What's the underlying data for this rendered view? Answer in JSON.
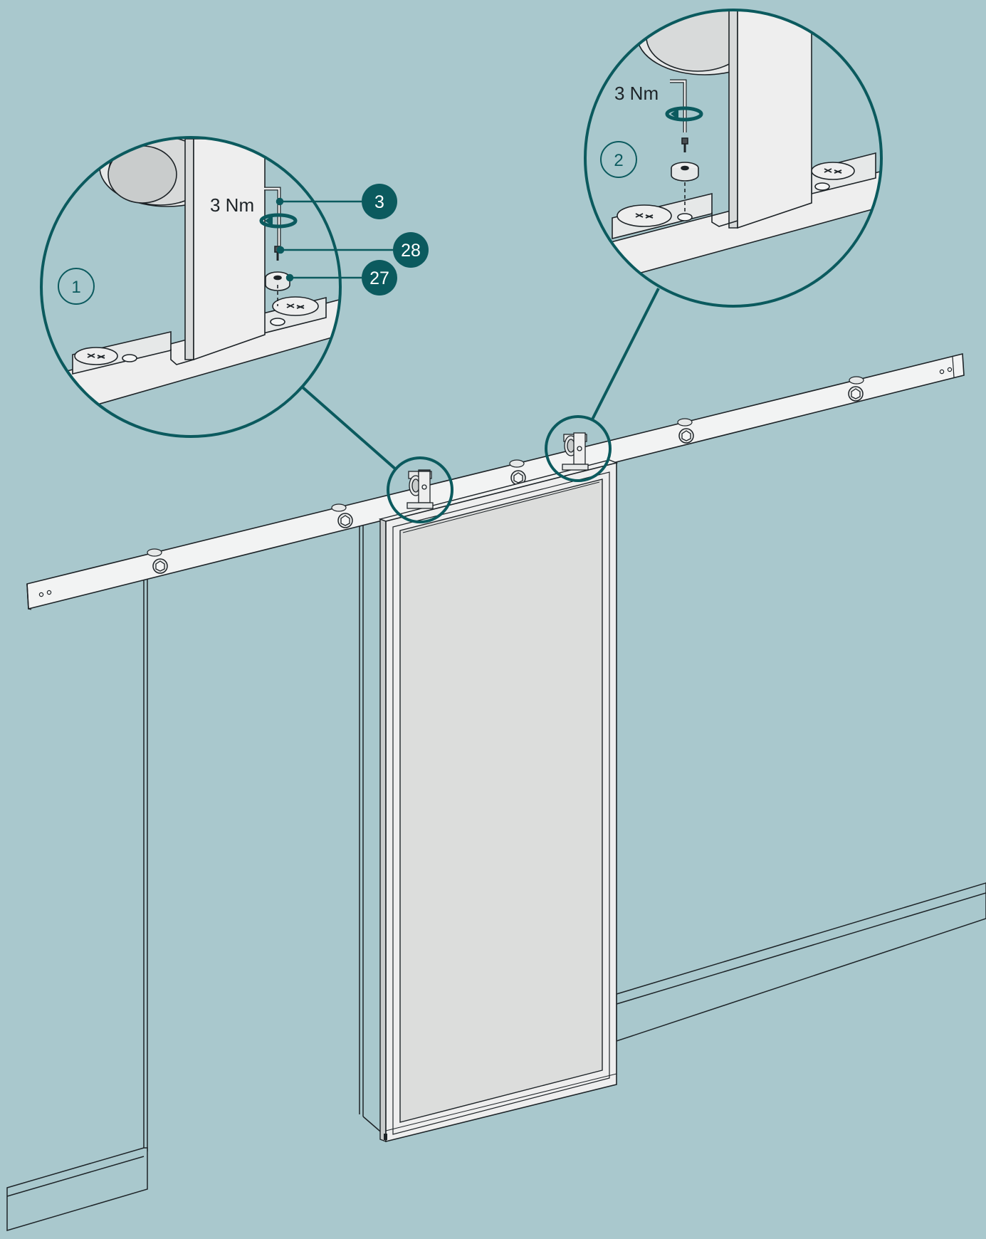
{
  "colors": {
    "background": "#a9c8cd",
    "accent": "#0b5a5e",
    "line": "#1d2327",
    "panel": "#dcdddc",
    "frame": "#eeeeee",
    "part": "#e6e8e8"
  },
  "detail_1": {
    "step_number": "1",
    "torque": "3 Nm",
    "callouts": [
      "3",
      "28",
      "27"
    ]
  },
  "detail_2": {
    "step_number": "2",
    "torque": "3 Nm"
  }
}
